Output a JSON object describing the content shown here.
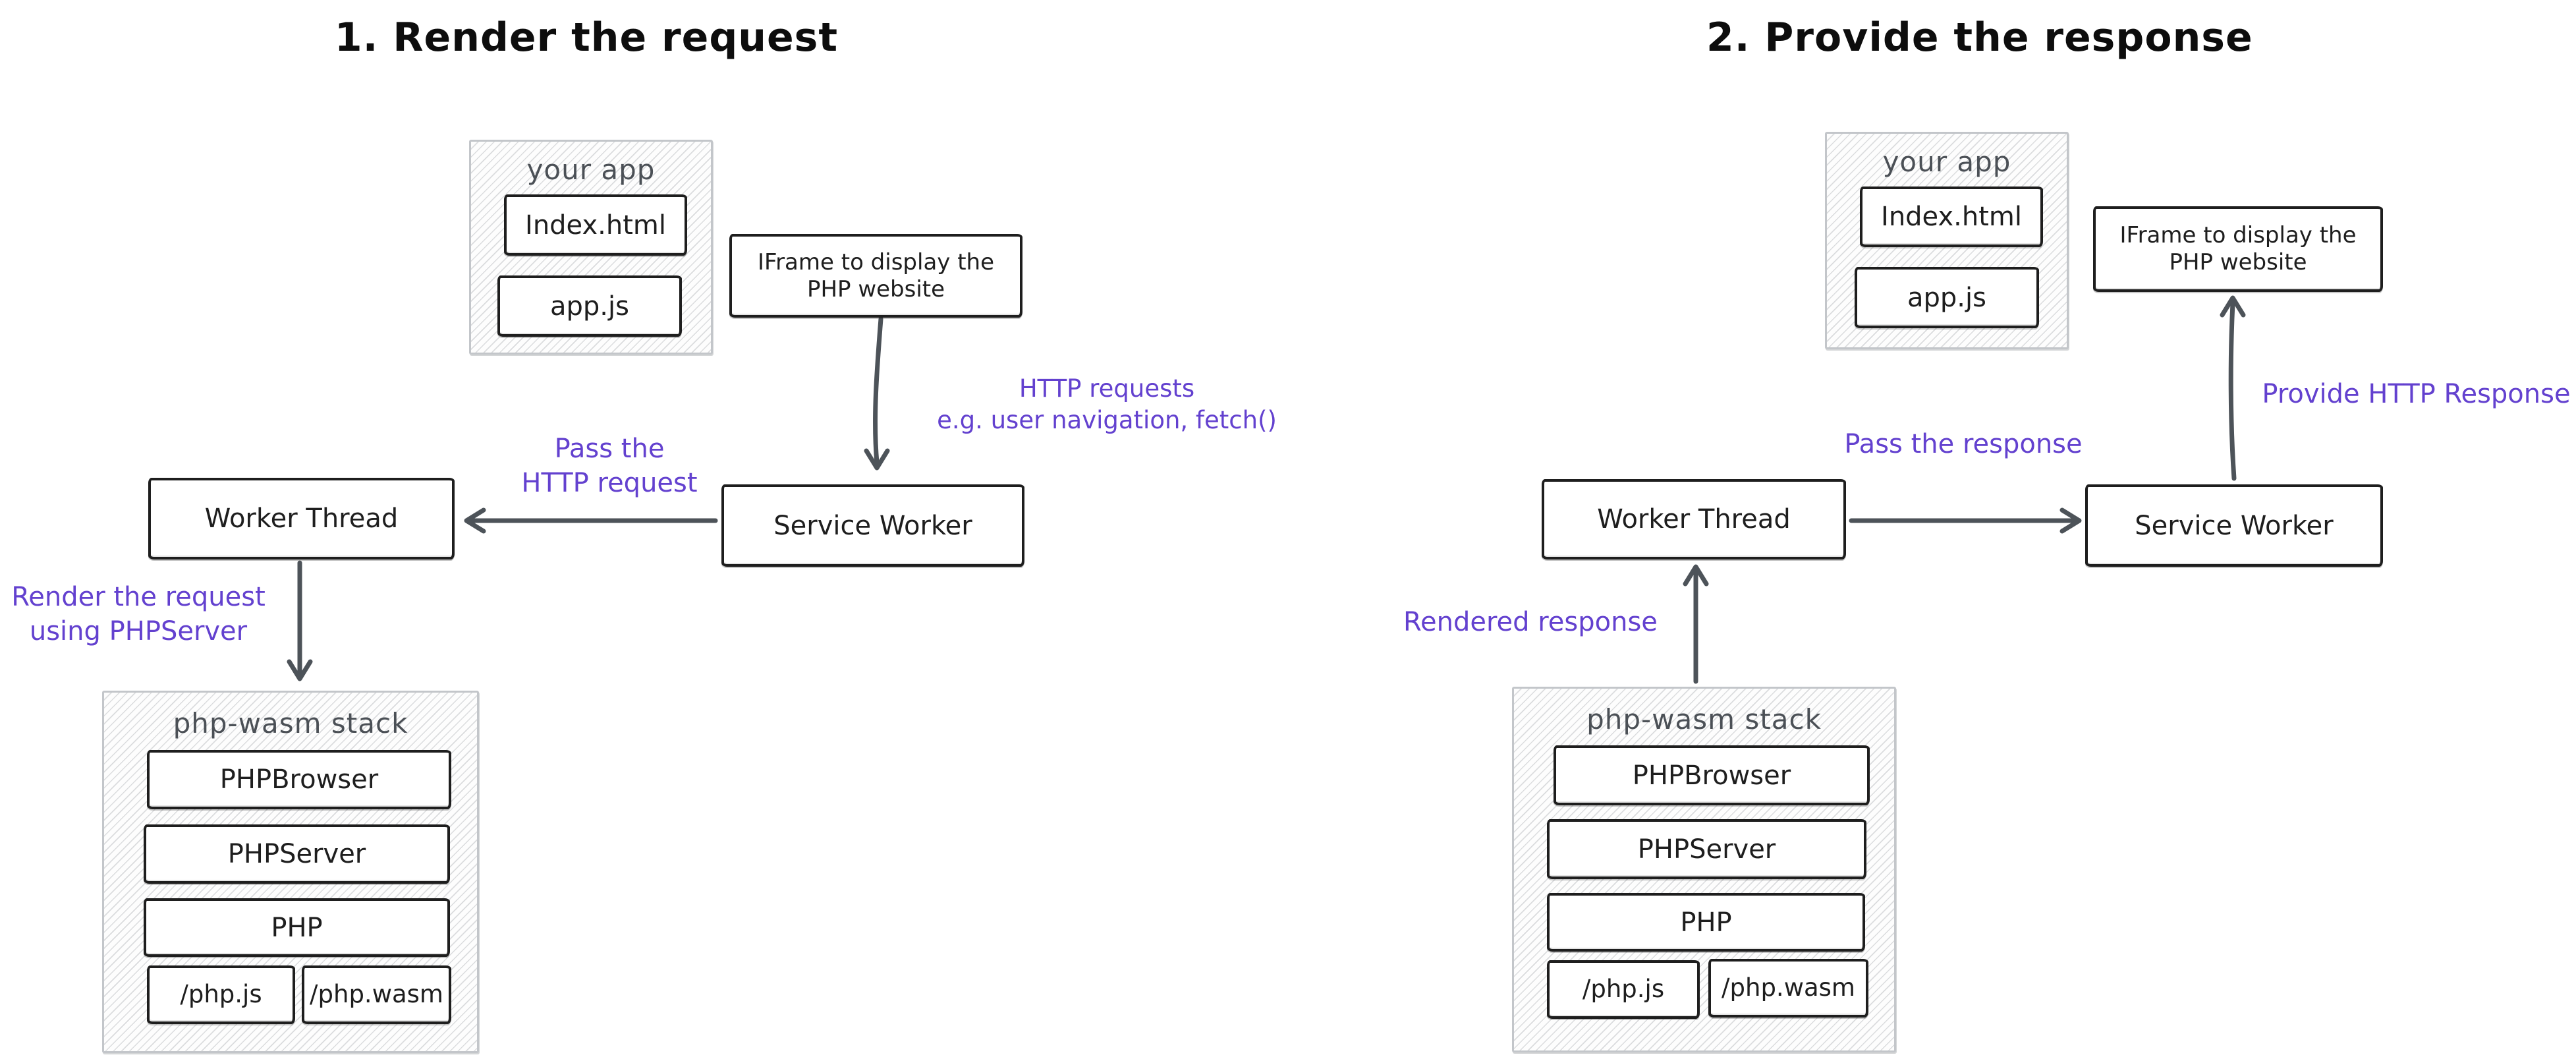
{
  "colors": {
    "accent": "#6341cf",
    "ink": "#1e1e1e",
    "arrow": "#4d5359",
    "muted": "#4b5056",
    "hatchborder": "#c3c6ca"
  },
  "panel1": {
    "title": "1. Render the request",
    "your_app": {
      "label": "your app",
      "files": [
        "Index.html",
        "app.js"
      ]
    },
    "iframe_box": "IFrame to display the PHP website",
    "service_worker": "Service Worker",
    "worker_thread": "Worker Thread",
    "annotations": {
      "http_requests_line1": "HTTP requests",
      "http_requests_line2": "e.g. user navigation, fetch()",
      "pass_request_line1": "Pass the",
      "pass_request_line2": "HTTP request",
      "render_request_line1": "Render the request",
      "render_request_line2": "using PHPServer"
    },
    "php_stack": {
      "label": "php-wasm stack",
      "layers": [
        "PHPBrowser",
        "PHPServer",
        "PHP"
      ],
      "files": [
        "/php.js",
        "/php.wasm"
      ]
    }
  },
  "panel2": {
    "title": "2. Provide the response",
    "your_app": {
      "label": "your app",
      "files": [
        "Index.html",
        "app.js"
      ]
    },
    "iframe_box": "IFrame to display the PHP website",
    "service_worker": "Service Worker",
    "worker_thread": "Worker Thread",
    "annotations": {
      "provide_response": "Provide HTTP Response",
      "pass_response": "Pass the response",
      "rendered_response": "Rendered response"
    },
    "php_stack": {
      "label": "php-wasm stack",
      "layers": [
        "PHPBrowser",
        "PHPServer",
        "PHP"
      ],
      "files": [
        "/php.js",
        "/php.wasm"
      ]
    }
  }
}
